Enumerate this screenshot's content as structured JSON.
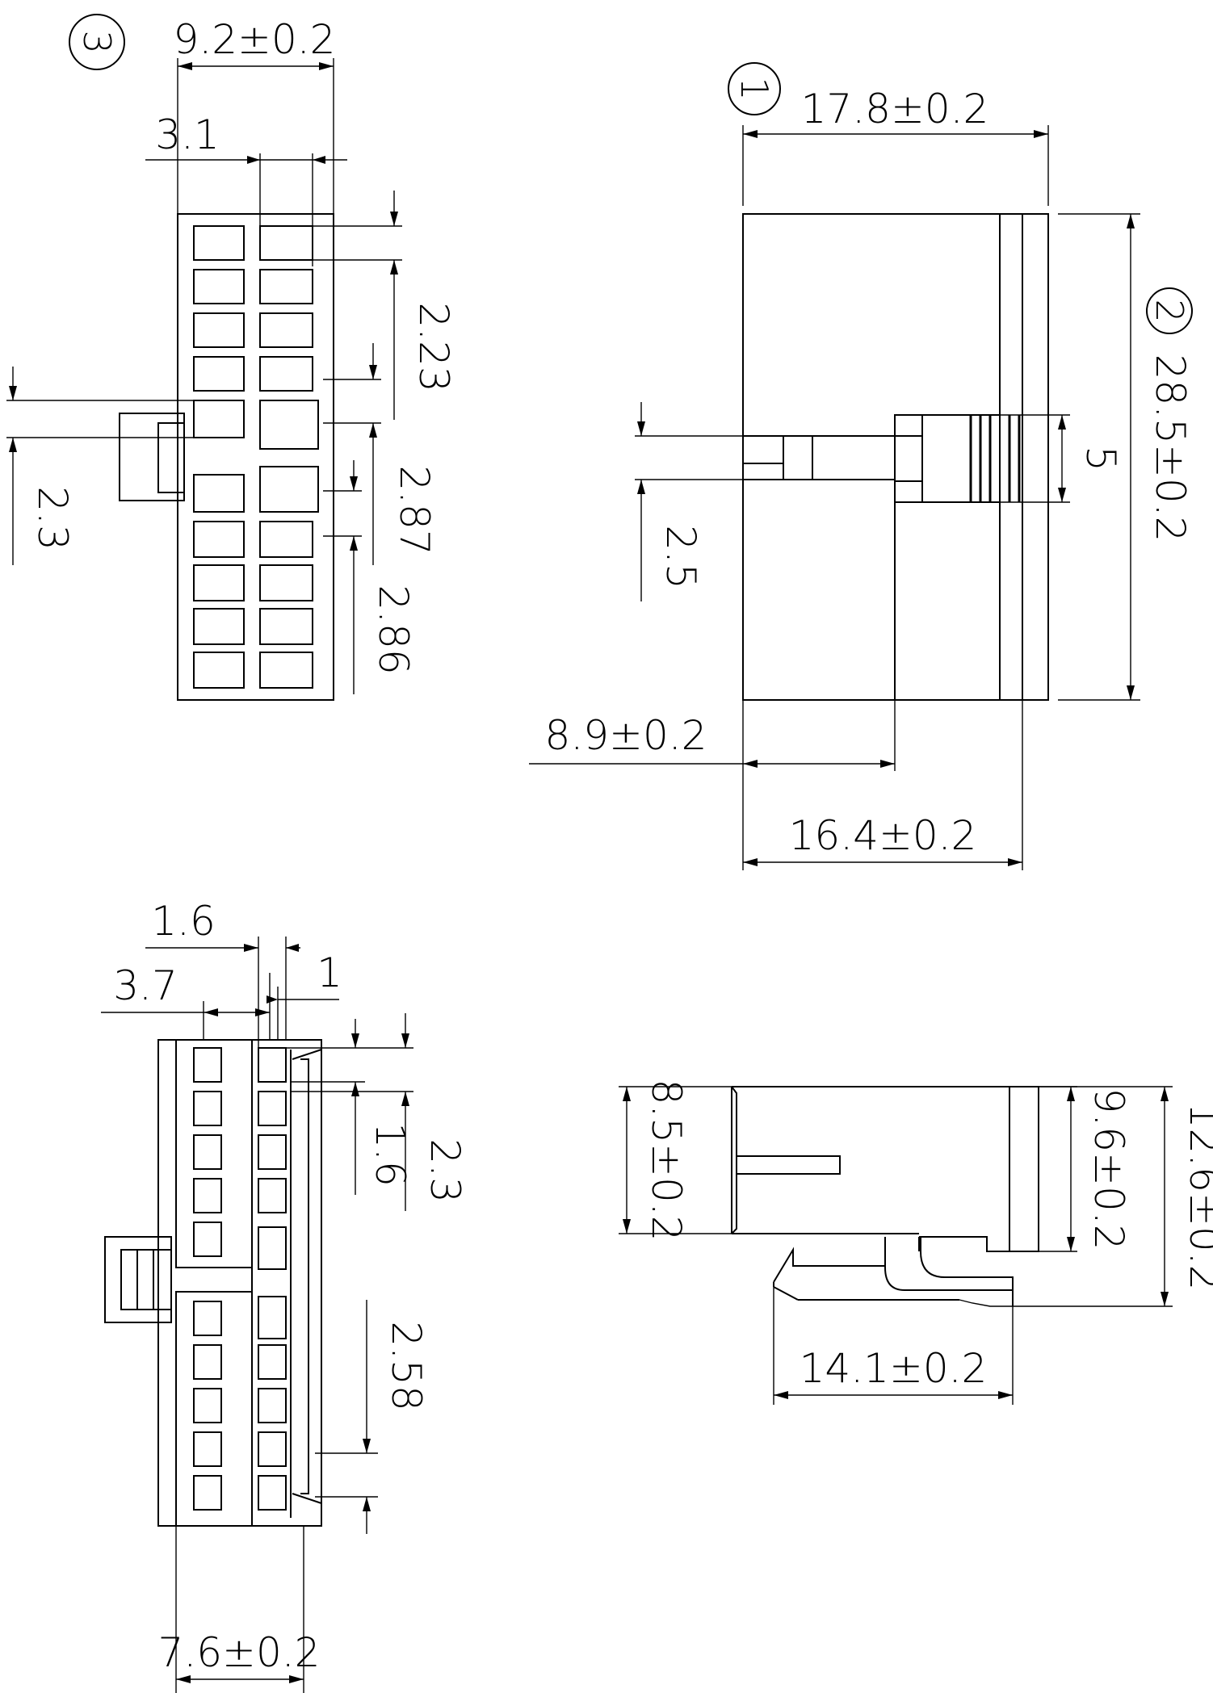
{
  "views": {
    "view1": {
      "number": "1",
      "width": "17.8±0.2",
      "inner_width": "16.4±0.2",
      "latch_offset": "8.9±0.2",
      "latch_height": "5",
      "latch_gap": "2.5"
    },
    "view2": {
      "number": "2",
      "height": "28.5±0.2"
    },
    "view3": {
      "number": "3",
      "width": "9.2±0.2",
      "pitch_x": "3.1",
      "pitch_y": "2.23",
      "gap_a": "2.87",
      "gap_b": "2.86",
      "latch": "2.3"
    },
    "bottom_view": {
      "top_a": "1.6",
      "top_b": "3.7",
      "top_c": "1",
      "pin_a": "1.6",
      "pin_b": "2.3",
      "pin_c": "2.58",
      "width": "7.6±0.2"
    },
    "side_view": {
      "h1": "8.5±0.2",
      "h2": "9.6±0.2",
      "h3": "12.6±0.2",
      "length": "14.1±0.2"
    }
  }
}
